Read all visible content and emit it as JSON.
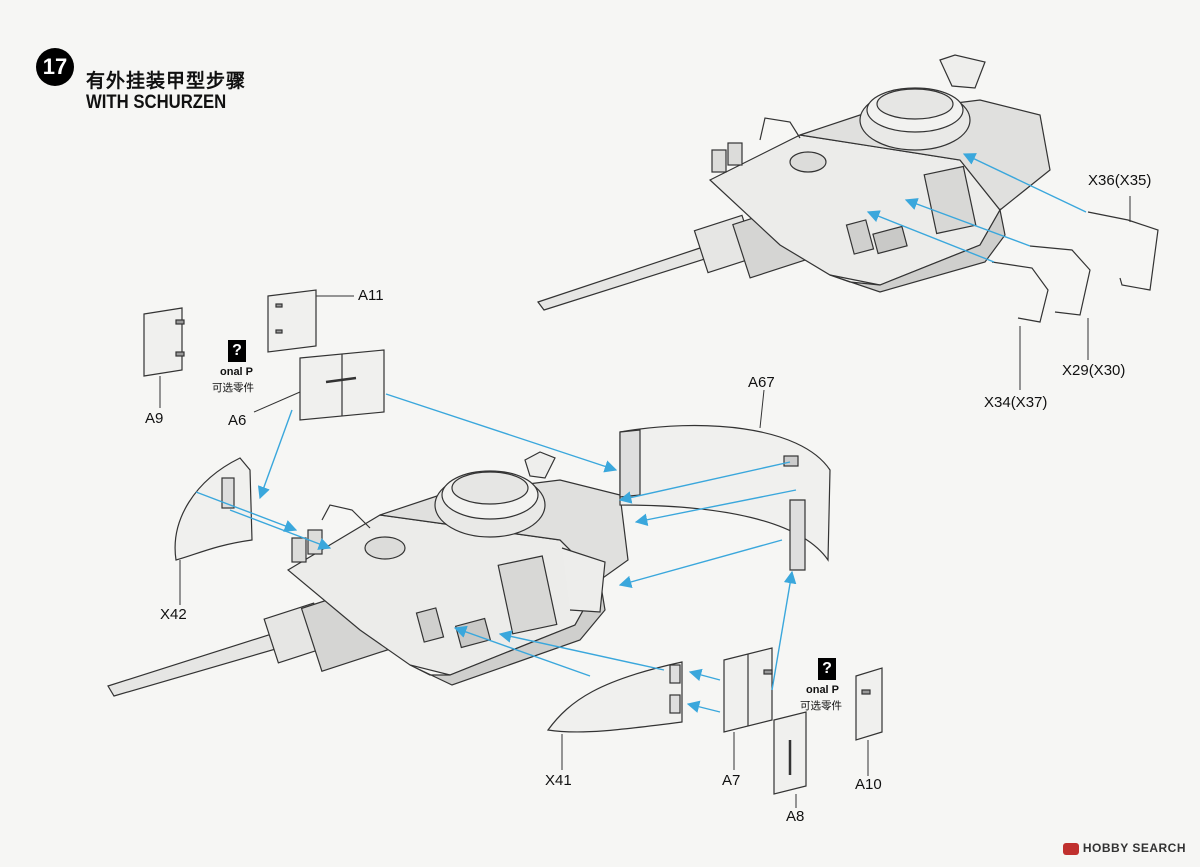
{
  "step": {
    "number": "17",
    "title_cn": "有外挂装甲型步骤",
    "title_en": "WITH SCHURZEN"
  },
  "parts": {
    "a11": "A11",
    "a9": "A9",
    "a6": "A6",
    "a67": "A67",
    "x42": "X42",
    "x41": "X41",
    "a7": "A7",
    "a8": "A8",
    "a10": "A10",
    "x36": "X36(X35)",
    "x29": "X29(X30)",
    "x34": "X34(X37)"
  },
  "optional_note_1": {
    "mark": "?",
    "en": "onal P",
    "cn": "可选零件"
  },
  "optional_note_2": {
    "mark": "?",
    "en": "onal P",
    "cn": "可选零件"
  },
  "watermark": "HOBBY SEARCH",
  "colors": {
    "arrow": "#3aa7dc",
    "line": "#333333",
    "part_fill": "#e2e2e0"
  }
}
